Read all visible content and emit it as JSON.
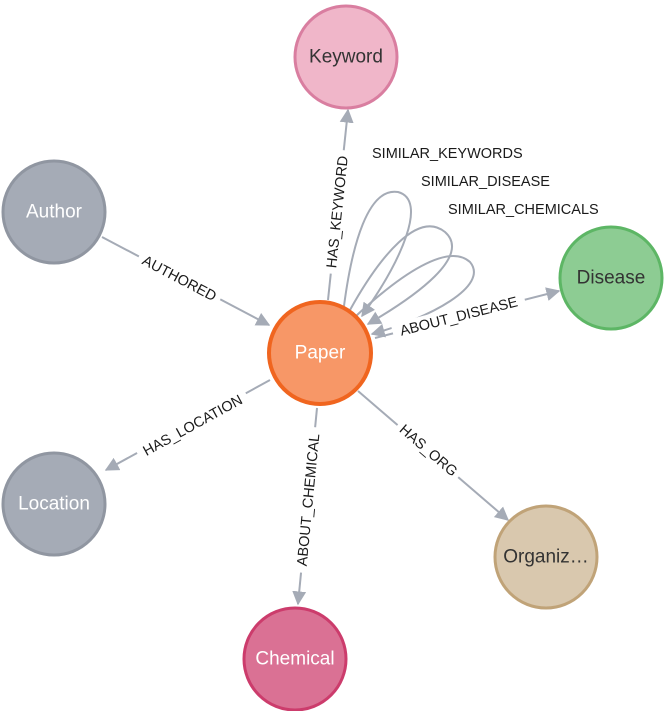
{
  "nodes": {
    "keyword": {
      "label": "Keyword",
      "fill": "#f0b6c9",
      "stroke": "#d97ea0",
      "text": "#333333"
    },
    "author": {
      "label": "Author",
      "fill": "#a5abb6",
      "stroke": "#9096a1",
      "text": "#ffffff"
    },
    "paper": {
      "label": "Paper",
      "fill": "#f79767",
      "stroke": "#f0651f",
      "text": "#ffffff"
    },
    "disease": {
      "label": "Disease",
      "fill": "#8dcc93",
      "stroke": "#5db665",
      "text": "#333333"
    },
    "location": {
      "label": "Location",
      "fill": "#a5abb6",
      "stroke": "#9096a1",
      "text": "#ffffff"
    },
    "chemical": {
      "label": "Chemical",
      "fill": "#da7194",
      "stroke": "#cc3c6c",
      "text": "#ffffff"
    },
    "organization": {
      "label": "Organiz…",
      "fill": "#d9c8ae",
      "stroke": "#c0a378",
      "text": "#333333"
    }
  },
  "relationships": {
    "has_keyword": "HAS_KEYWORD",
    "authored": "AUTHORED",
    "about_disease": "ABOUT_DISEASE",
    "has_location": "HAS_LOCATION",
    "about_chemical": "ABOUT_CHEMICAL",
    "has_org": "HAS_ORG",
    "similar_keywords": "SIMILAR_KEYWORDS",
    "similar_disease": "SIMILAR_DISEASE",
    "similar_chemicals": "SIMILAR_CHEMICALS"
  },
  "colors": {
    "edge": "#a5abb6"
  }
}
